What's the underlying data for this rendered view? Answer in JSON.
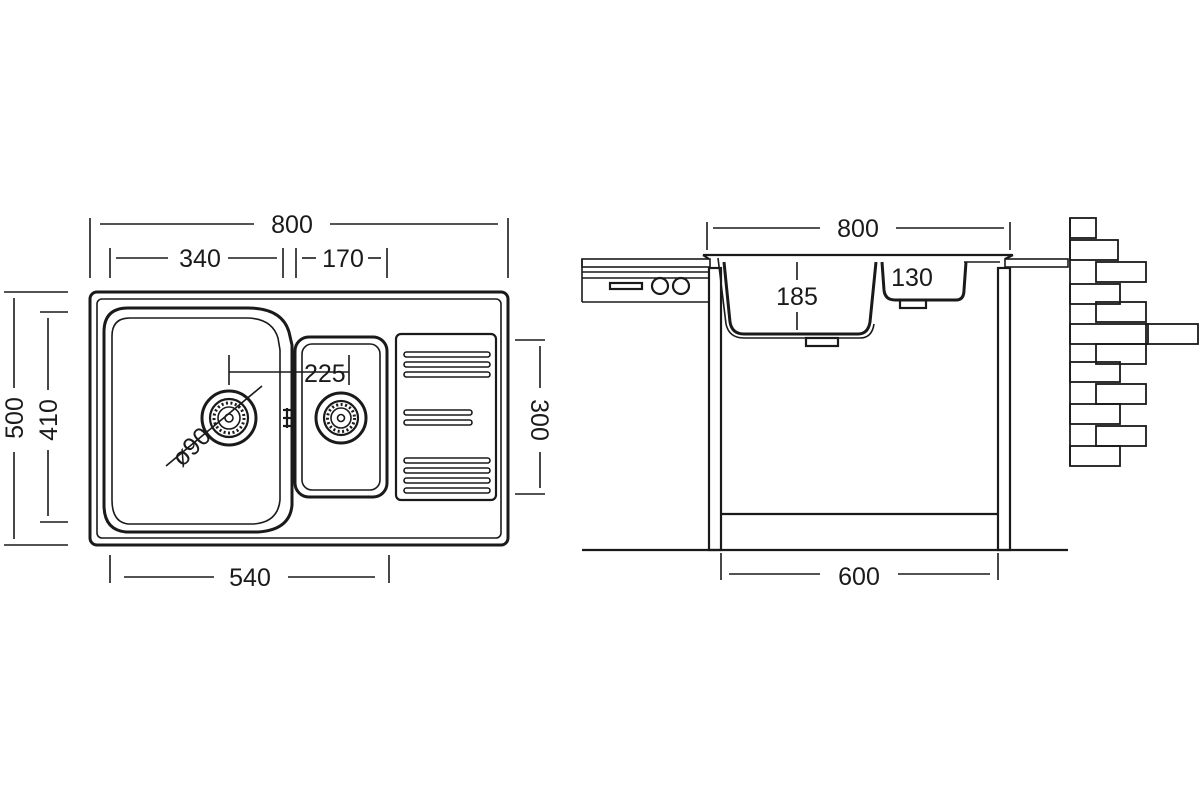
{
  "top_view": {
    "overall_width": "800",
    "main_bowl_width": "340",
    "small_bowl_width": "170",
    "overall_depth": "500",
    "bowl_depth": "410",
    "small_bowl_depth": "300",
    "bottom_width": "540",
    "drain_spacing": "225",
    "drain_diameter": "ø90"
  },
  "side_view": {
    "overall_width": "800",
    "main_bowl_height": "185",
    "small_bowl_height": "130",
    "cabinet_width": "600"
  },
  "colors": {
    "line": "#1a1a1a",
    "background": "#ffffff"
  }
}
